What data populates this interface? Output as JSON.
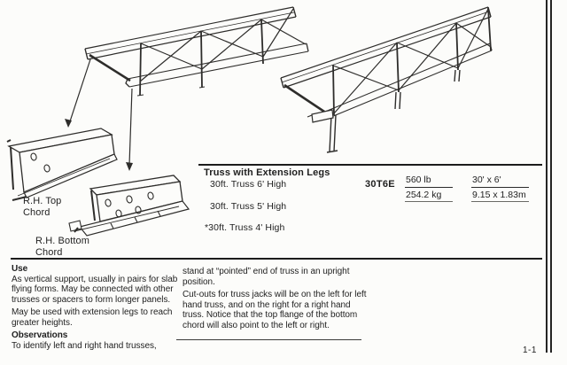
{
  "colors": {
    "ink": "#1f1f1f",
    "paper": "#fcfcfa"
  },
  "chord_labels": {
    "top": {
      "line1": "R.H. Top",
      "line2": "Chord"
    },
    "bottom": {
      "line1": "R.H. Bottom",
      "line2": "Chord"
    }
  },
  "spec_table": {
    "heading": "Truss with Extension Legs",
    "variants": [
      "30ft. Truss 6' High",
      "30ft. Truss 5' High",
      "*30ft. Truss 4' High"
    ],
    "model_code": "30T6E",
    "weight": {
      "imperial": "560 lb",
      "metric": "254.2 kg"
    },
    "size": {
      "imperial": "30' x 6'",
      "metric": "9.15 x 1.83m"
    }
  },
  "use_section": {
    "heading": "Use",
    "paragraph1": "As vertical support, usually in pairs for slab flying forms. May be connected with other trusses or spacers to form longer panels.",
    "paragraph2": "May be used with extension legs to reach greater heights."
  },
  "observations_section": {
    "heading": "Observations",
    "paragraph1": "To identify left and right hand trusses,"
  },
  "right_column": {
    "paragraph1": "stand at “pointed” end of truss in an upright position.",
    "paragraph2": "Cut-outs for truss jacks will be on the left for left hand truss, and on the right for a right hand truss. Notice that the top flange of the bottom chord will also point to the left or right."
  },
  "page_number": "1-1"
}
